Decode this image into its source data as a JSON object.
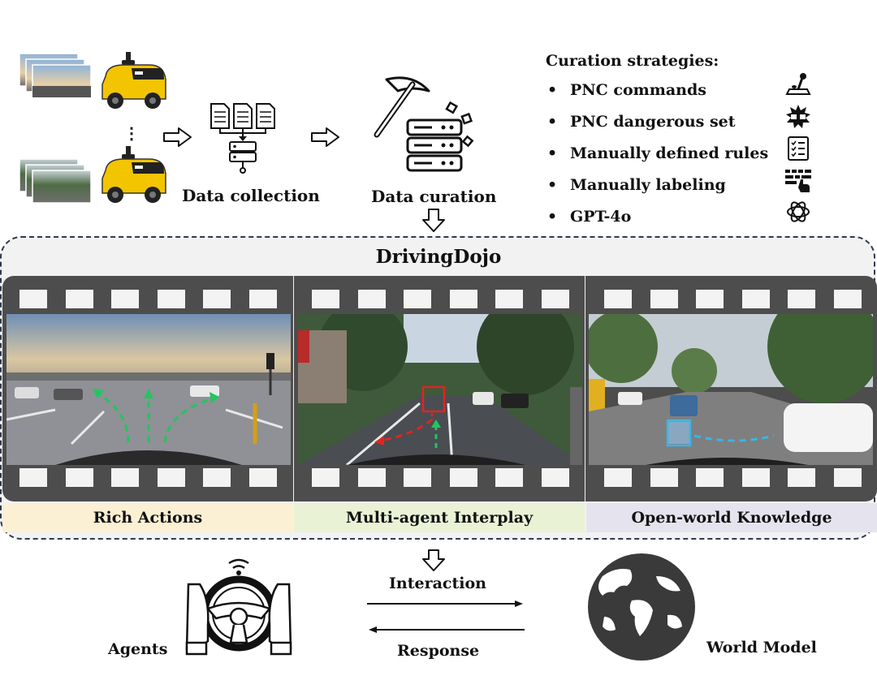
{
  "pipeline": {
    "ellipsis": "⋮",
    "data_collection": "Data collection",
    "data_curation": "Data curation"
  },
  "curation": {
    "title": "Curation strategies:",
    "bullet": "•",
    "items": [
      {
        "label": "PNC commands",
        "icon": "joystick-icon"
      },
      {
        "label": "PNC dangerous set",
        "icon": "collision-icon"
      },
      {
        "label": "Manually defined rules",
        "icon": "checklist-icon"
      },
      {
        "label": "Manually labeling",
        "icon": "keyboard-hand-icon"
      },
      {
        "label": "GPT-4o",
        "icon": "openai-icon"
      }
    ]
  },
  "dojo": {
    "title": "DrivingDojo",
    "frames": [
      {
        "label": "Rich Actions",
        "color": "#fcf0d4"
      },
      {
        "label": "Multi-agent Interplay",
        "color": "#eaf2d6"
      },
      {
        "label": "Open-world Knowledge",
        "color": "#e5e4ee"
      }
    ]
  },
  "bottom": {
    "agents": "Agents",
    "interaction": "Interaction",
    "response": "Response",
    "world_model": "World Model"
  },
  "colors": {
    "film": "#4d4d4d",
    "dash_border": "#2f3a4f",
    "vehicle_yellow": "#f3c400",
    "trajectory_green": "#22c55e",
    "trajectory_red": "#e02424",
    "trajectory_blue": "#38b6e8"
  }
}
